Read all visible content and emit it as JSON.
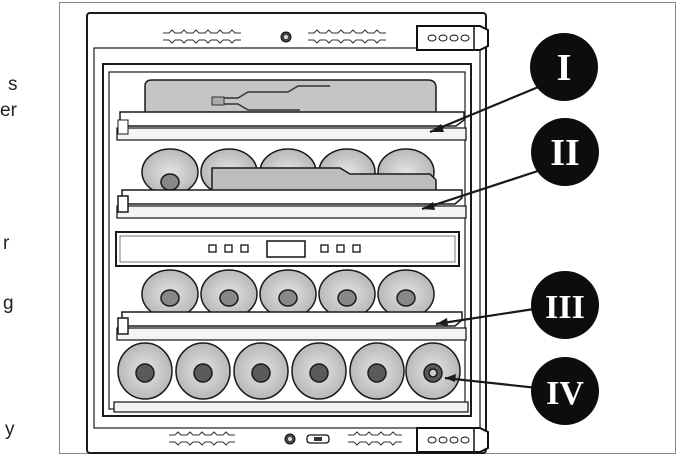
{
  "left_text_fragments": [
    "s",
    "er",
    "r",
    "g",
    "y"
  ],
  "callouts": [
    {
      "label": "I",
      "target": "upper-shelf"
    },
    {
      "label": "II",
      "target": "second-shelf"
    },
    {
      "label": "III",
      "target": "lower-shelf"
    },
    {
      "label": "IV",
      "target": "bottom-rack"
    }
  ],
  "colors": {
    "outline": "#1a1a1a",
    "bottle_fill": "#c9c9c9",
    "bottle_dark": "#8e8e8e",
    "callout_fill": "#0d0d0d",
    "callout_text": "#ffffff"
  },
  "shelves": {
    "upper": {
      "bottles": 1,
      "orientation": "lying"
    },
    "second": {
      "bottles": 5,
      "orientation": "stacked"
    },
    "lower": {
      "bottles": 5,
      "orientation": "stacked"
    },
    "bottom": {
      "bottles": 6,
      "orientation": "stacked"
    }
  }
}
